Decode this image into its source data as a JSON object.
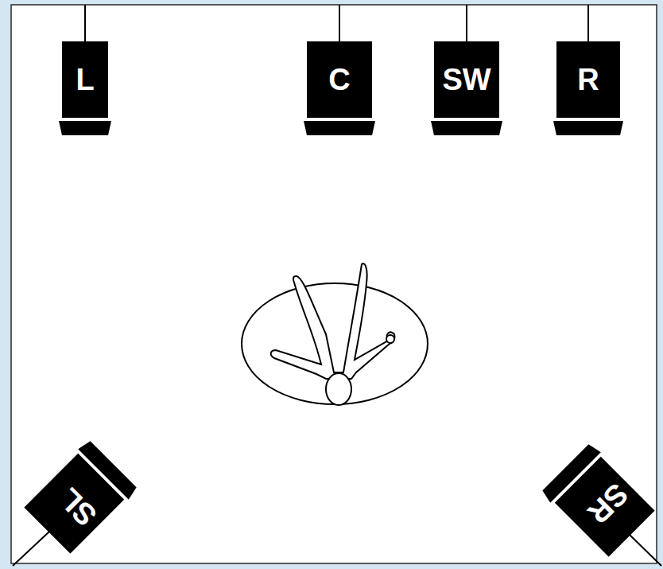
{
  "diagram": {
    "nodes": [
      {
        "text": [
          "L"
        ]
      },
      {
        "text": [
          "C"
        ]
      },
      {
        "text": [
          "SW"
        ]
      },
      {
        "text": [
          "R"
        ]
      },
      {
        "text": [
          "SL"
        ]
      },
      {
        "text": [
          "SR"
        ]
      }
    ]
  }
}
